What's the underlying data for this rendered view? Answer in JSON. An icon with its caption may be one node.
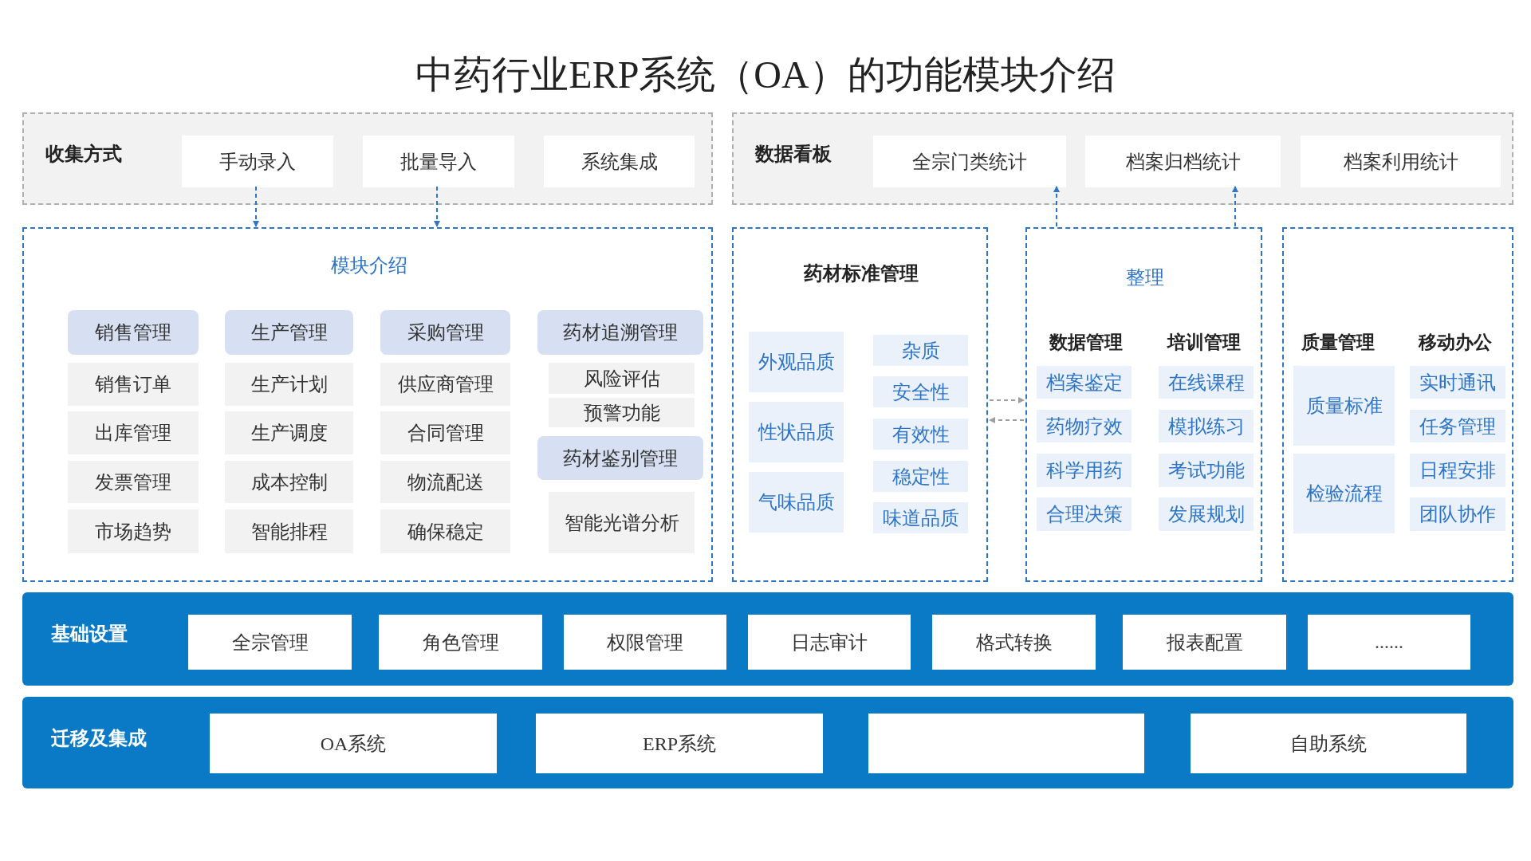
{
  "diagram": {
    "title": "中药行业ERP系统（OA）的功能模块介绍",
    "nodes": [
      {
        "text": [
          "收集方式"
        ]
      },
      {
        "text": [
          "手动录入"
        ],
        "in": 0
      },
      {
        "text": [
          "批量导入"
        ],
        "in": 0
      },
      {
        "text": [
          "系统集成"
        ],
        "in": 0
      },
      {
        "text": [
          "数据看板"
        ]
      },
      {
        "text": [
          "全宗门类统计"
        ],
        "in": 4
      },
      {
        "text": [
          "档案归档统计"
        ],
        "in": 4
      },
      {
        "text": [
          "档案利用统计"
        ],
        "in": 4
      },
      {
        "text": [
          "模块介绍"
        ]
      },
      {
        "text": [
          "销售管理"
        ],
        "in": 8
      },
      {
        "text": [
          "生产管理"
        ],
        "in": 8
      },
      {
        "text": [
          "采购管理"
        ],
        "in": 8
      },
      {
        "text": [
          "药材追溯管理"
        ],
        "in": 8
      },
      {
        "text": [
          "销售订单"
        ],
        "in": 8
      },
      {
        "text": [
          "生产计划"
        ],
        "in": 8
      },
      {
        "text": [
          "供应商管理"
        ],
        "in": 8
      },
      {
        "text": [
          "风险评估"
        ],
        "in": 8
      },
      {
        "text": [
          "出库管理"
        ],
        "in": 8
      },
      {
        "text": [
          "生产调度"
        ],
        "in": 8
      },
      {
        "text": [
          "合同管理"
        ],
        "in": 8
      },
      {
        "text": [
          "预警功能"
        ],
        "in": 8
      },
      {
        "text": [
          "发票管理"
        ],
        "in": 8
      },
      {
        "text": [
          "成本控制"
        ],
        "in": 8
      },
      {
        "text": [
          "物流配送"
        ],
        "in": 8
      },
      {
        "text": [
          "药材鉴别管理"
        ],
        "in": 8
      },
      {
        "text": [
          "市场趋势"
        ],
        "in": 8
      },
      {
        "text": [
          "智能排程"
        ],
        "in": 8
      },
      {
        "text": [
          "确保稳定"
        ],
        "in": 8
      },
      {
        "text": [
          "智能光谱分析"
        ],
        "in": 8
      },
      {
        "text": [
          "药材标准管理"
        ]
      },
      {
        "text": [
          "外观品质"
        ],
        "in": 29
      },
      {
        "text": [
          "性状品质"
        ],
        "in": 29
      },
      {
        "text": [
          "气味品质"
        ],
        "in": 29
      },
      {
        "text": [
          "杂质"
        ],
        "in": 29
      },
      {
        "text": [
          "安全性"
        ],
        "in": 29
      },
      {
        "text": [
          "有效性"
        ],
        "in": 29
      },
      {
        "text": [
          "稳定性"
        ],
        "in": 29
      },
      {
        "text": [
          "味道品质"
        ],
        "in": 29
      },
      {
        "text": [
          "整理"
        ]
      },
      {
        "text": [
          "档案鉴定"
        ],
        "in": 38
      },
      {
        "text": [
          "药物疗效"
        ],
        "in": 38
      },
      {
        "text": [
          "科学用药"
        ],
        "in": 38
      },
      {
        "text": [
          "合理决策"
        ],
        "in": 38
      },
      {
        "text": [
          "在线课程"
        ],
        "in": 38
      },
      {
        "text": [
          "模拟练习"
        ],
        "in": 38
      },
      {
        "text": [
          "考试功能"
        ],
        "in": 38
      },
      {
        "text": [
          "发展规划"
        ],
        "in": 38
      },
      {
        "text": [],
        "shape": "box"
      },
      {
        "text": [
          "质量标准"
        ],
        "in": 47
      },
      {
        "text": [
          "检验流程"
        ],
        "in": 47
      },
      {
        "text": [
          "实时通讯"
        ],
        "in": 47
      },
      {
        "text": [
          "任务管理"
        ],
        "in": 47
      },
      {
        "text": [
          "日程安排"
        ],
        "in": 47
      },
      {
        "text": [
          "团队协作"
        ],
        "in": 47
      },
      {
        "text": [
          "基础设置"
        ]
      },
      {
        "text": [
          "全宗管理"
        ],
        "in": 54
      },
      {
        "text": [
          "角色管理"
        ],
        "in": 54
      },
      {
        "text": [
          "权限管理"
        ],
        "in": 54
      },
      {
        "text": [
          "日志审计"
        ],
        "in": 54
      },
      {
        "text": [
          "格式转换"
        ],
        "in": 54
      },
      {
        "text": [
          "报表配置"
        ],
        "in": 54
      },
      {
        "text": [
          "......"
        ],
        "in": 54
      },
      {
        "text": [
          "迁移及集成"
        ]
      },
      {
        "text": [
          "OA系统"
        ],
        "in": 62
      },
      {
        "text": [
          "ERP系统"
        ],
        "in": 62
      },
      {
        "text": [],
        "shape": "box",
        "in": 62
      },
      {
        "text": [
          "自助系统"
        ],
        "in": 62
      }
    ],
    "edges": [
      {
        "from": 1,
        "to": 8,
        "arrow": "to",
        "style": "dashed"
      },
      {
        "from": 2,
        "to": 8,
        "arrow": "to",
        "style": "dashed"
      },
      {
        "from": 38,
        "to": 5,
        "arrow": "to",
        "style": "dashed"
      },
      {
        "from": 38,
        "to": 6,
        "arrow": "to",
        "style": "dashed"
      },
      {
        "from": 29,
        "to": 38,
        "arrow": "to",
        "style": "dashed",
        "color": "#9e9e9e"
      },
      {
        "from": 38,
        "to": 29,
        "arrow": "to",
        "style": "dashed",
        "color": "#9e9e9e"
      }
    ],
    "labels": [
      "数据管理",
      "培训管理",
      "质量管理",
      "移动办公"
    ]
  }
}
